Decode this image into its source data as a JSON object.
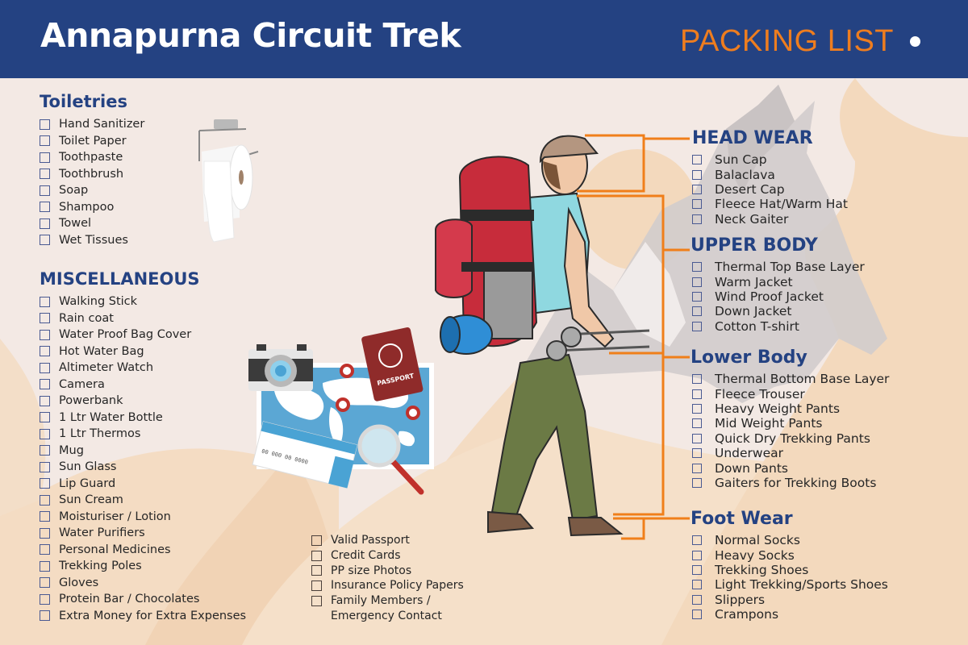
{
  "header": {
    "title": "Annapurna Circuit Trek",
    "subtitle": "PACKING LIST",
    "colors": {
      "bar": "#244282",
      "title": "#ffffff",
      "subtitle": "#ee7d1f"
    }
  },
  "theme": {
    "heading_color": "#244282",
    "connector_color": "#f07f1a",
    "background": "#f3e9e4",
    "peach": "#f3d9bd"
  },
  "toiletries": {
    "heading": "Toiletries",
    "items": [
      "Hand Sanitizer",
      "Toilet Paper",
      "Toothpaste",
      "Toothbrush",
      "Soap",
      "Shampoo",
      "Towel",
      "Wet Tissues"
    ]
  },
  "miscellaneous": {
    "heading": "MISCELLANEOUS",
    "items": [
      "Walking Stick",
      "Rain coat",
      "Water Proof Bag Cover",
      "Hot Water Bag",
      "Altimeter Watch",
      "Camera",
      "Powerbank",
      "1 Ltr Water Bottle",
      "1 Ltr Thermos",
      "Mug",
      "Sun Glass",
      "Lip Guard",
      "Sun Cream",
      "Moisturiser / Lotion",
      "Water Purifiers",
      "Personal Medicines",
      "Trekking Poles",
      "Gloves",
      "Protein Bar / Chocolates",
      "Extra Money for Extra Expenses"
    ]
  },
  "documents": {
    "items": [
      "Valid Passport",
      "Credit Cards",
      "PP size Photos",
      "Insurance Policy Papers",
      "Family Members /"
    ],
    "continuation": "Emergency Contact"
  },
  "head_wear": {
    "heading": "HEAD WEAR",
    "items": [
      "Sun Cap",
      "Balaclava",
      "Desert Cap",
      "Fleece Hat/Warm Hat",
      "Neck Gaiter"
    ]
  },
  "upper_body": {
    "heading": "UPPER BODY",
    "items": [
      "Thermal Top Base Layer",
      "Warm Jacket",
      "Wind Proof Jacket",
      "Down Jacket",
      "Cotton T-shirt"
    ]
  },
  "lower_body": {
    "heading": "Lower Body",
    "items": [
      "Thermal Bottom Base Layer",
      "Fleece Trouser",
      "Heavy Weight Pants",
      "Mid Weight Pants",
      "Quick Dry Trekking Pants",
      "Underwear",
      "Down Pants",
      "Gaiters for Trekking Boots"
    ]
  },
  "foot_wear": {
    "heading": "Foot Wear",
    "items": [
      "Normal Socks",
      "Heavy Socks",
      "Trekking Shoes",
      "Light Trekking/Sports Shoes",
      "Slippers",
      "Crampons"
    ]
  },
  "illustrations": {
    "passport_label": "PASSPORT",
    "ticket_number": "00 000 00 0000"
  }
}
